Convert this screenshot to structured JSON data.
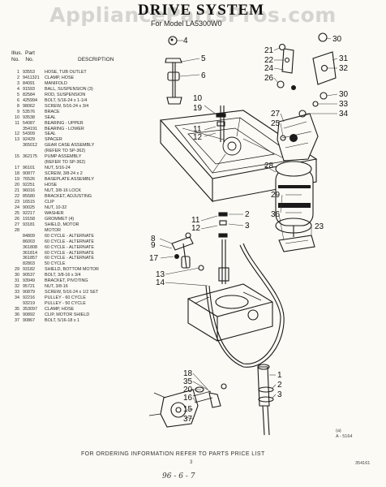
{
  "watermark": "AppliancePartsPros.com",
  "header": {
    "title": "DRIVE SYSTEM",
    "model": "For Model LA5300W0"
  },
  "list_headers": {
    "illus": "Illus.",
    "part": "Part",
    "no": "No.",
    "no2": "No.",
    "description": "DESCRIPTION"
  },
  "parts": [
    {
      "no": "1",
      "part": "93553",
      "desc": "HOSE, TUB OUTLET"
    },
    {
      "no": "2",
      "part": "9411321",
      "desc": "CLAMP, HOSE"
    },
    {
      "no": "3",
      "part": "84091",
      "desc": "MANIFOLD"
    },
    {
      "no": "4",
      "part": "91593",
      "desc": "BALL, SUSPENSION (3)"
    },
    {
      "no": "5",
      "part": "82584",
      "desc": "ROD, SUSPENSION"
    },
    {
      "no": "6",
      "part": "425994",
      "desc": "BOLT, 5/16-24 x 1-1/4"
    },
    {
      "no": "8",
      "part": "98062",
      "desc": "SCREW, 5/16-24 x 3/4"
    },
    {
      "no": "9",
      "part": "53576",
      "desc": "BRACE"
    },
    {
      "no": "10",
      "part": "93538",
      "desc": "SEAL"
    },
    {
      "no": "11",
      "part": "54087",
      "desc": "BEARING - UPPER"
    },
    {
      "no": "",
      "part": "354191",
      "desc": "BEARING - LOWER"
    },
    {
      "no": "12",
      "part": "54309",
      "desc": "SEAL"
    },
    {
      "no": "13",
      "part": "92429",
      "desc": "SPACER"
    },
    {
      "no": "",
      "part": "365012",
      "desc": "GEAR CASE ASSEMBLY"
    },
    {
      "no": "",
      "part": "",
      "desc": "(REFER TO SP-362)"
    },
    {
      "no": "15",
      "part": "362175",
      "desc": "PUMP ASSEMBLY"
    },
    {
      "no": "",
      "part": "",
      "desc": "(REFER TO SP-362)"
    },
    {
      "no": "17",
      "part": "96101",
      "desc": "NUT, 5/16-24"
    },
    {
      "no": "18",
      "part": "90877",
      "desc": "SCREW, 3/8-24 x 2"
    },
    {
      "no": "19",
      "part": "76526",
      "desc": "BASEPLATE ASSEMBLY"
    },
    {
      "no": "20",
      "part": "92251",
      "desc": "HOSE"
    },
    {
      "no": "21",
      "part": "96016",
      "desc": "NUT, 3/8-16 LOCK"
    },
    {
      "no": "22",
      "part": "85580",
      "desc": "BRACKET, ADJUSTING"
    },
    {
      "no": "23",
      "part": "16515",
      "desc": "CLIP"
    },
    {
      "no": "24",
      "part": "90025",
      "desc": "NUT, 10-32"
    },
    {
      "no": "25",
      "part": "92217",
      "desc": "WASHER"
    },
    {
      "no": "26",
      "part": "19158",
      "desc": "GROMMET (4)"
    },
    {
      "no": "27",
      "part": "93181",
      "desc": "SHIELD, MOTOR"
    },
    {
      "no": "28",
      "part": "",
      "desc": "MOTOR"
    },
    {
      "no": "",
      "part": "84809",
      "desc": "60 CYCLE - ALTERNATE"
    },
    {
      "no": "",
      "part": "86003",
      "desc": "60 CYCLE - ALTERNATE"
    },
    {
      "no": "",
      "part": "361808",
      "desc": "60 CYCLE - ALTERNATE"
    },
    {
      "no": "",
      "part": "361814",
      "desc": "60 CYCLE - ALTERNATE"
    },
    {
      "no": "",
      "part": "361857",
      "desc": "60 CYCLE - ALTERNATE"
    },
    {
      "no": "",
      "part": "82803",
      "desc": "50 CYCLE"
    },
    {
      "no": "29",
      "part": "93182",
      "desc": "SHIELD, BOTTOM MOTOR"
    },
    {
      "no": "30",
      "part": "90537",
      "desc": "BOLT, 3/8-16 x 3/4"
    },
    {
      "no": "31",
      "part": "93949",
      "desc": "BRACKET, PIVOTING"
    },
    {
      "no": "32",
      "part": "95721",
      "desc": "NUT, 3/8-16"
    },
    {
      "no": "33",
      "part": "90879",
      "desc": "SCREW, 5/16-24 x 1/2 SET"
    },
    {
      "no": "34",
      "part": "92216",
      "desc": "PULLEY - 60 CYCLE"
    },
    {
      "no": "",
      "part": "93219",
      "desc": "PULLEY - 50 CYCLE"
    },
    {
      "no": "35",
      "part": "353097",
      "desc": "CLAMP, HOSE"
    },
    {
      "no": "36",
      "part": "90892",
      "desc": "CLIP, MOTOR SHIELD"
    },
    {
      "no": "37",
      "part": "90867",
      "desc": "BOLT, 5/16-18 x 1"
    }
  ],
  "callouts": [
    "4",
    "5",
    "6",
    "10",
    "19",
    "11",
    "12",
    "2",
    "3",
    "8",
    "9",
    "17",
    "11",
    "12",
    "13",
    "14",
    "18",
    "35",
    "20",
    "16",
    "15",
    "37",
    "1",
    "2",
    "3",
    "30",
    "21",
    "22",
    "24",
    "26",
    "31",
    "32",
    "30",
    "33",
    "34",
    "27",
    "25",
    "28",
    "29",
    "36",
    "23"
  ],
  "footer": {
    "order_info": "FOR ORDERING INFORMATION REFER TO PARTS PRICE LIST",
    "page": "3",
    "handwritten": "96 - 6 - 7",
    "ref_code_1": "(a)",
    "ref_code_2": "A - 5164",
    "sheet": "354161"
  }
}
